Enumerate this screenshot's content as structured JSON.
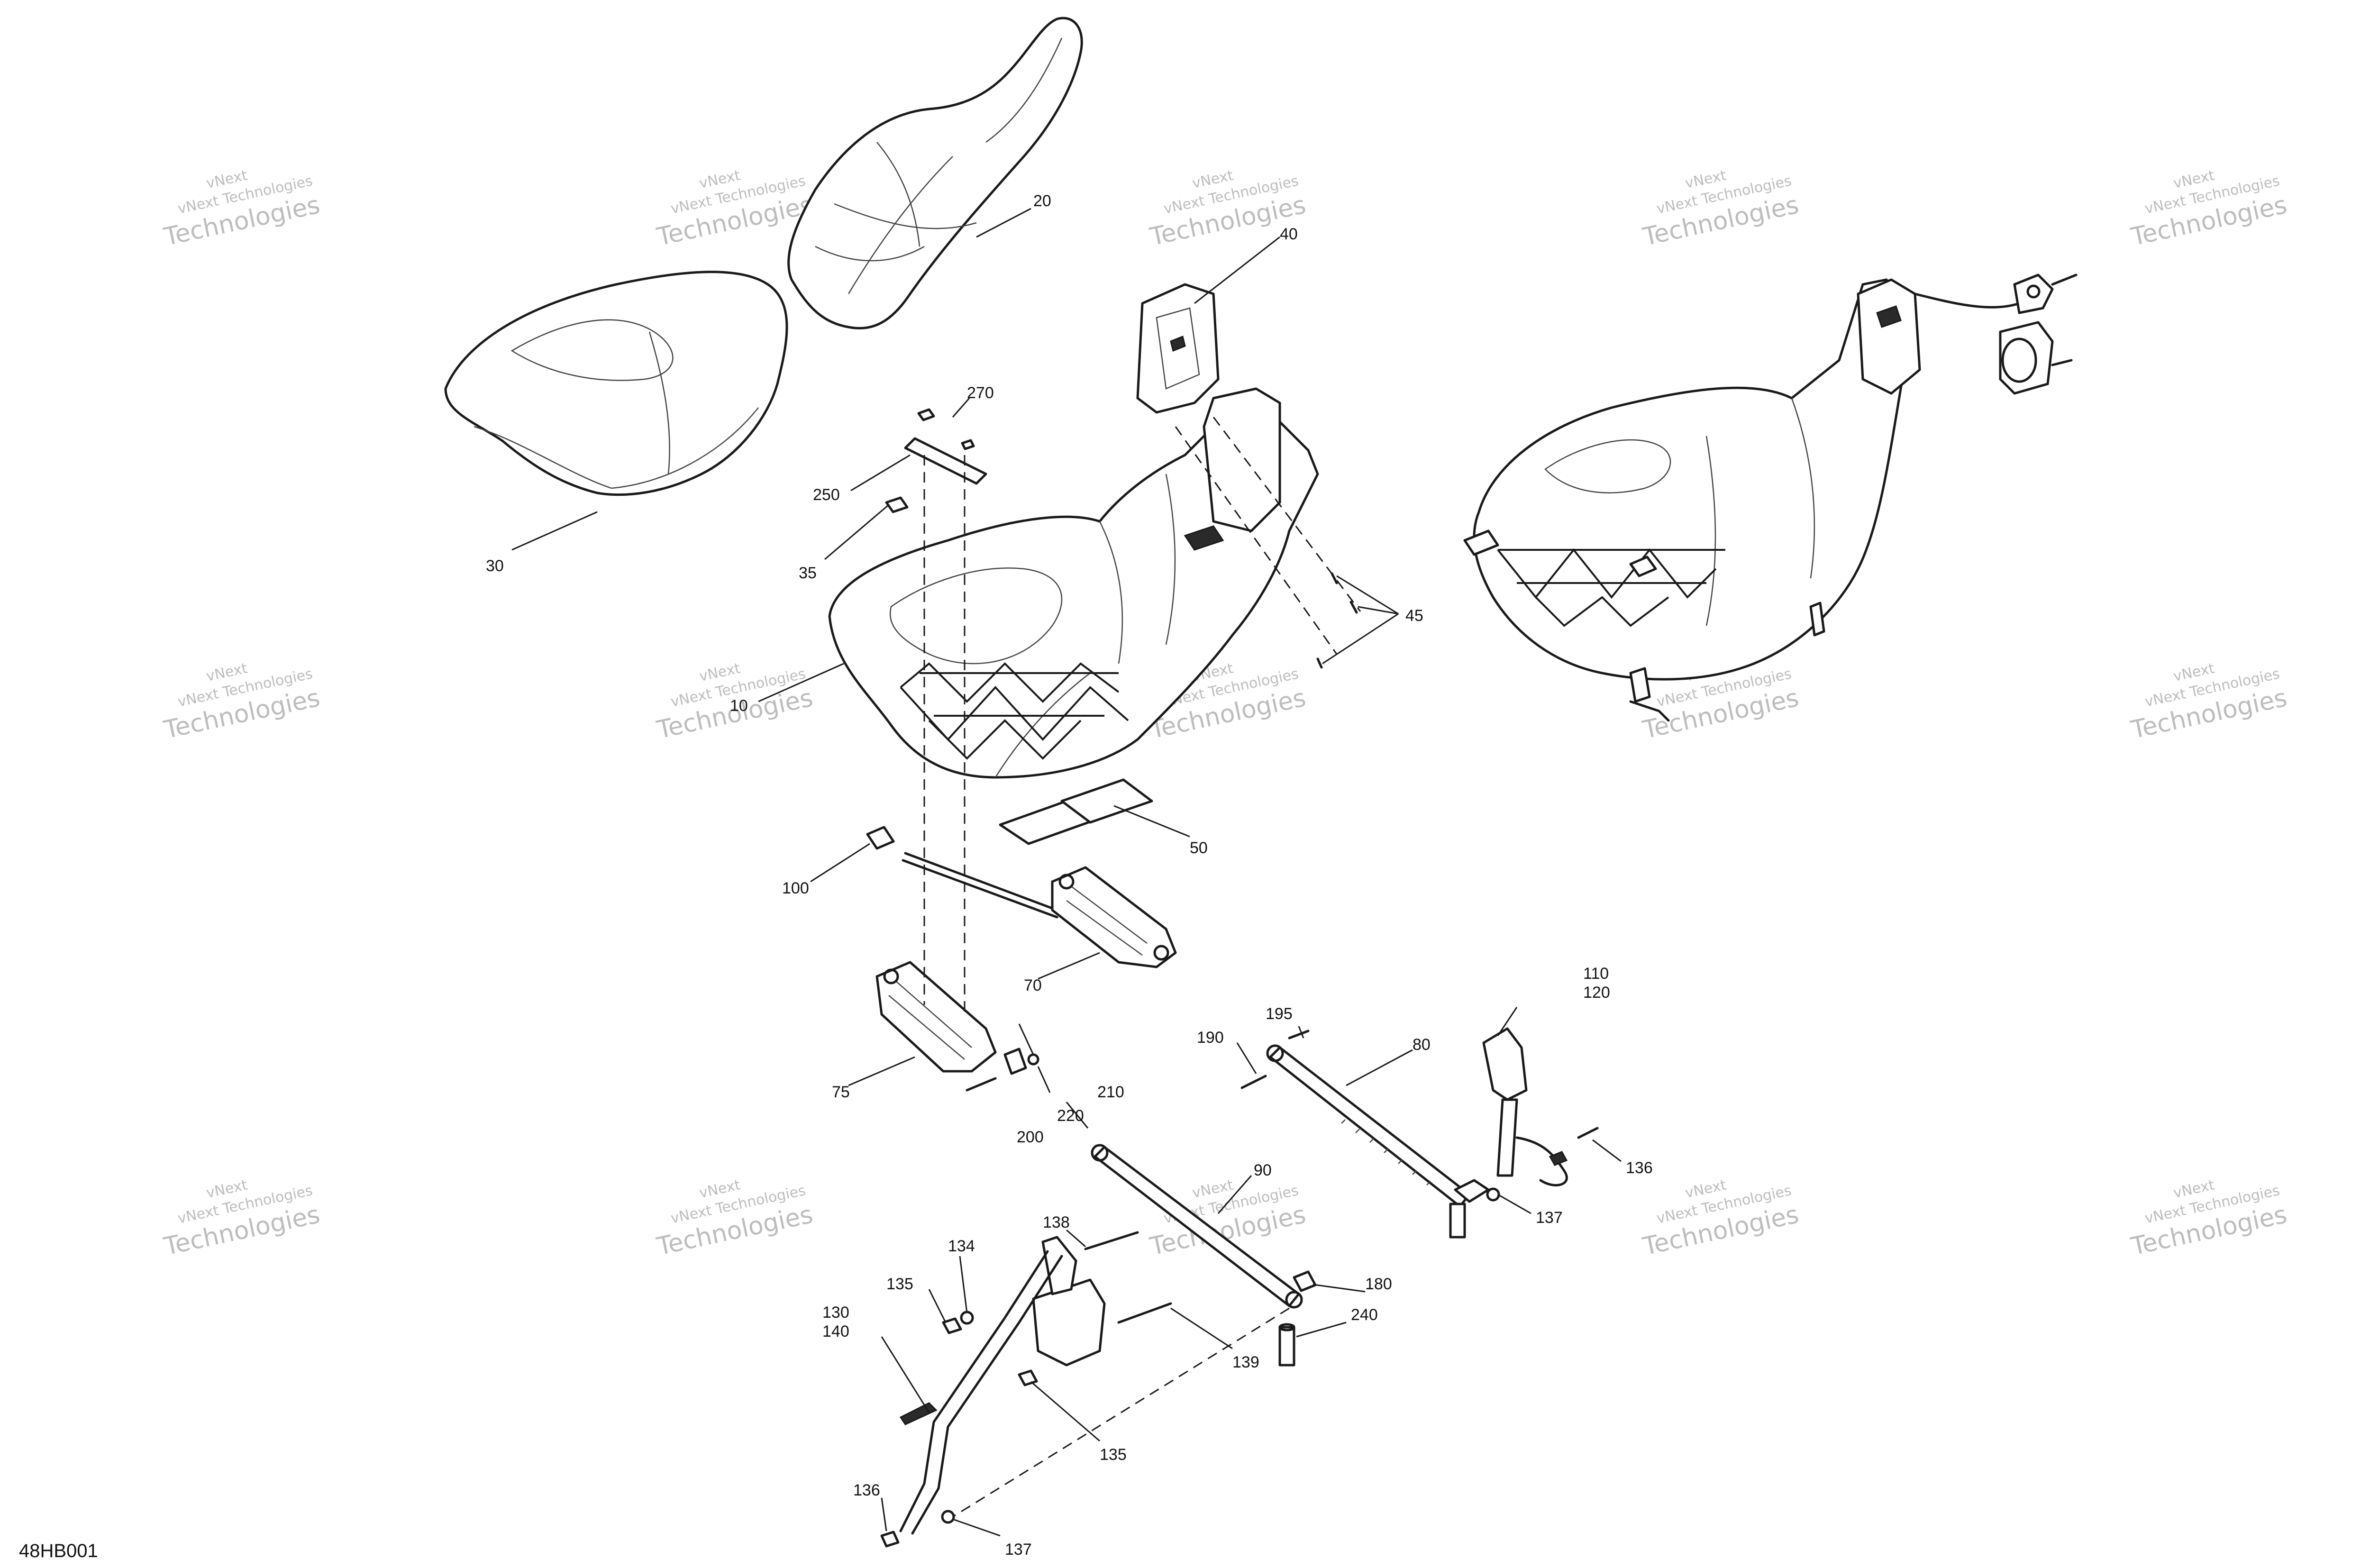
{
  "diagram_id": "48HB001",
  "watermark": {
    "line1": "vNext",
    "line2": "vNext Technologies",
    "line3": "Technologies"
  },
  "callouts": {
    "c10": "10",
    "c20": "20",
    "c30": "30",
    "c35": "35",
    "c40": "40",
    "c45": "45",
    "c50": "50",
    "c70": "70",
    "c75": "75",
    "c80": "80",
    "c90": "90",
    "c100": "100",
    "c110": "110",
    "c120": "120",
    "c130": "130",
    "c134": "134",
    "c135a": "135",
    "c135b": "135",
    "c136a": "136",
    "c136b": "136",
    "c137a": "137",
    "c137b": "137",
    "c138": "138",
    "c139": "139",
    "c140": "140",
    "c180": "180",
    "c190": "190",
    "c195": "195",
    "c200": "200",
    "c210": "210",
    "c220": "220",
    "c240": "240",
    "c250": "250",
    "c270": "270"
  }
}
